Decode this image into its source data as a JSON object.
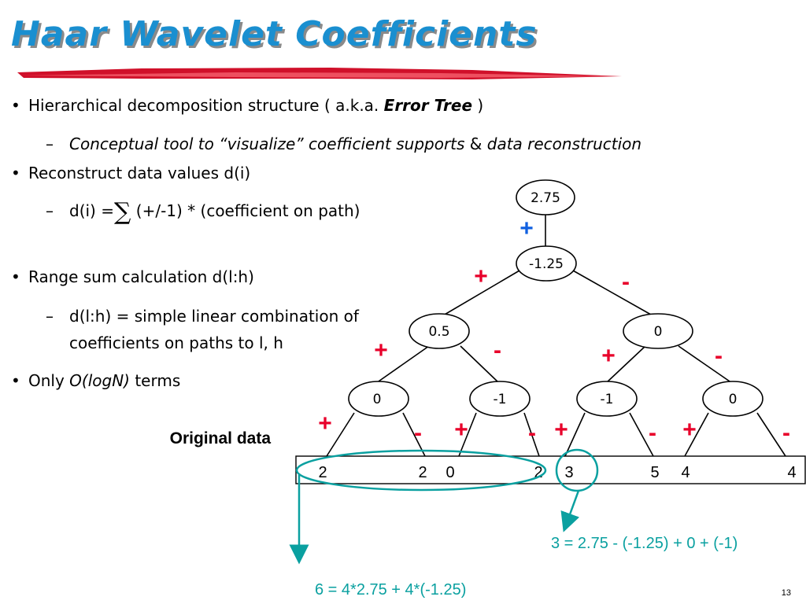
{
  "title": "Haar Wavelet Coefficients",
  "bullets": {
    "b1_pre": "Hierarchical decomposition structure ( a.k.a. ",
    "b1_em": "Error Tree",
    "b1_post": " )",
    "b1_sub_pre": "Conceptual tool to “visualize” ",
    "b1_sub_em1": "coefficient supports",
    "b1_sub_amp": " & ",
    "b1_sub_em2": "data reconstruction",
    "b2": "Reconstruct data values d(i)",
    "b2_sub_pre": "d(i) =",
    "b2_sub_sum": "∑",
    "b2_sub_post": " (+/-1) * (coefficient on path)",
    "b3": "Range sum calculation d(l:h)",
    "b3_sub_line1": "d(l:h) = simple linear combination  of",
    "b3_sub_line2": "coefficients on paths to l, h",
    "b4_pre": "Only ",
    "b4_em": "O(logN)",
    "b4_post": " terms"
  },
  "tree": {
    "root": "2.75",
    "level1": "-1.25",
    "level2": [
      "0.5",
      "0"
    ],
    "level3": [
      "0",
      "-1",
      "-1",
      "0"
    ],
    "sign_plus": "+",
    "sign_minus": "-"
  },
  "original_data_label": "Original data",
  "data_values": [
    "2",
    "2",
    "0",
    "2",
    "3",
    "5",
    "4",
    "4"
  ],
  "annotations": {
    "eq_single": "3 = 2.75 - (-1.25) + 0 + (-1)",
    "eq_range": "6 = 4*2.75 + 4*(-1.25)"
  },
  "page_number": "13",
  "colors": {
    "title": "#1a8fd0",
    "sign": "#e8002a",
    "root_sign": "#1060e0",
    "highlight": "#0aa0a0",
    "underline": "#d0102a"
  }
}
